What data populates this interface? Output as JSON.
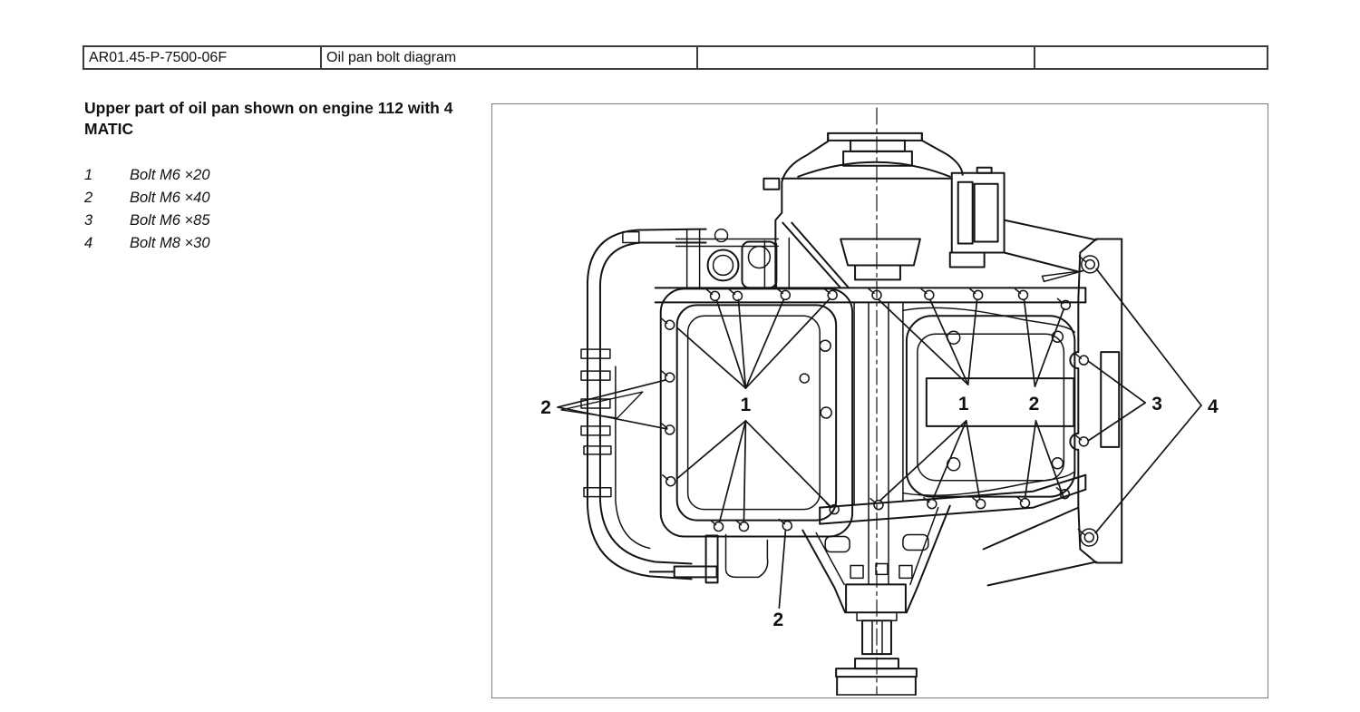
{
  "header_table": {
    "cells": [
      "AR01.45-P-7500-06F",
      "Oil pan bolt diagram",
      "",
      ""
    ]
  },
  "title": "Upper part of oil pan shown on engine 112 with 4 MATIC",
  "legend": [
    {
      "num": "1",
      "desc": "Bolt M6 ×20"
    },
    {
      "num": "2",
      "desc": "Bolt M6 ×40"
    },
    {
      "num": "3",
      "desc": "Bolt M6 ×85"
    },
    {
      "num": "4",
      "desc": "Bolt M8 ×30"
    }
  ],
  "diagram": {
    "ink_color": "#141414",
    "callouts": {
      "left_2": "2",
      "left_1": "1",
      "right_1": "1",
      "right_2": "2",
      "three": "3",
      "four": "4",
      "bottom_2": "2"
    }
  }
}
